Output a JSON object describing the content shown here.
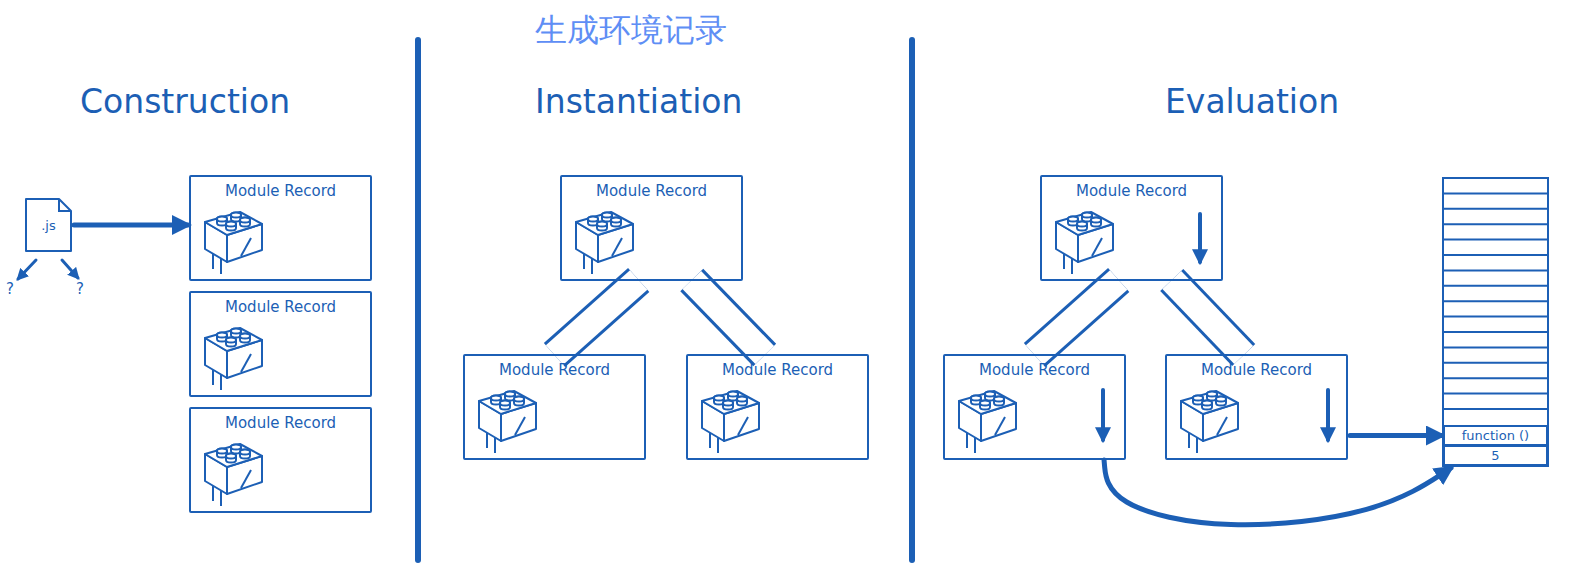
{
  "diagram": {
    "nodes": [
      {
        "text": [
          ".js"
        ]
      },
      {
        "text": [
          "Module Record"
        ]
      },
      {
        "text": [
          "Module Record"
        ]
      },
      {
        "text": [
          "Module Record"
        ]
      },
      {
        "text": [
          "Module Record"
        ]
      },
      {
        "text": [
          "Module Record"
        ]
      },
      {
        "text": [
          "Module Record"
        ]
      },
      {
        "text": [
          "Module Record"
        ]
      },
      {
        "text": [
          "Module Record"
        ]
      },
      {
        "text": [
          "Module Record"
        ]
      },
      {
        "text": [
          "function ()"
        ]
      },
      {
        "text": [
          "5"
        ]
      }
    ],
    "edges": [
      {
        "from": 0,
        "to": 1,
        "arrow": "to"
      },
      {
        "from": 4,
        "to": 5,
        "arrow": "none"
      },
      {
        "from": 4,
        "to": 6,
        "arrow": "none"
      },
      {
        "from": 7,
        "to": 8,
        "arrow": "none"
      },
      {
        "from": 7,
        "to": 9,
        "arrow": "none"
      },
      {
        "from": 9,
        "to": 10,
        "arrow": "to"
      },
      {
        "from": 8,
        "to": 11,
        "arrow": "to"
      }
    ],
    "labels": [
      "生成环境记录",
      "Construction",
      "Instantiation",
      "Evaluation",
      "?",
      "?"
    ]
  }
}
